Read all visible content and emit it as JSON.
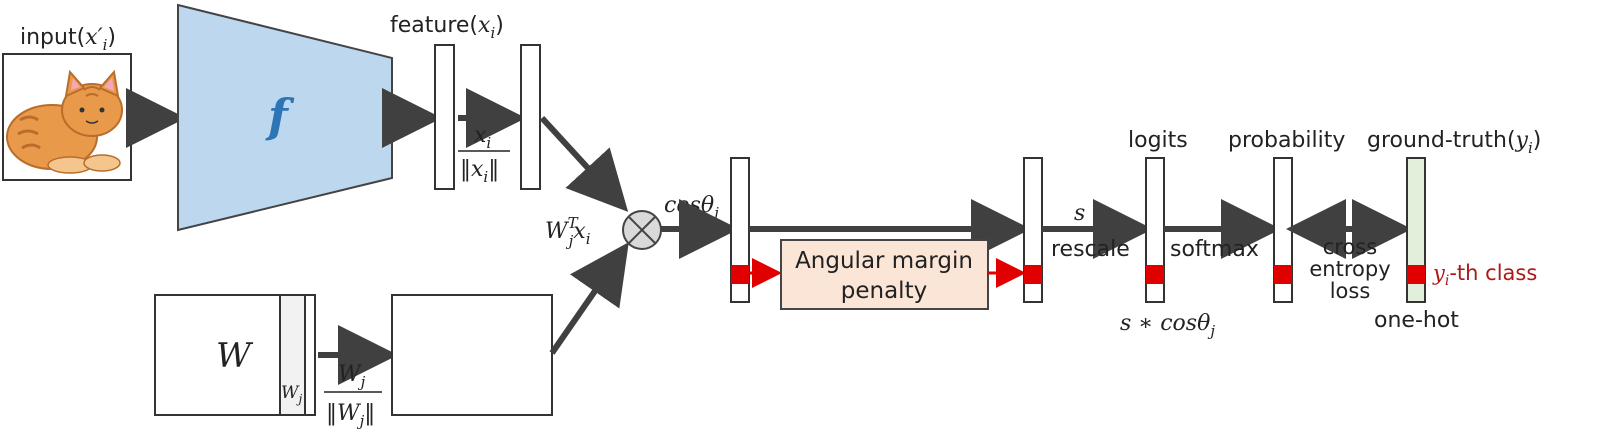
{
  "labels": {
    "input": "input(",
    "input_var": "x′",
    "input_sub": "i",
    "input_close": ")",
    "feature": "feature(",
    "feature_var": "x",
    "feature_sub": "i",
    "feature_close": ")",
    "f_symbol": "f",
    "norm_x_num": "x",
    "norm_x_num_sub": "i",
    "norm_x_den": "‖x",
    "norm_x_den_sub": "i",
    "norm_x_den_close": "‖",
    "wjt_w": "W",
    "wjt_sub": "j",
    "wjt_sup": "T",
    "wjt_x": "x",
    "wjt_xsub": "i",
    "cos": "cosθ",
    "cos_sub": "j",
    "W_symbol": "W",
    "wj_col": "W",
    "wj_col_sub": "j",
    "norm_w_num": "W",
    "norm_w_num_sub": "j",
    "norm_w_den": "‖W",
    "norm_w_den_sub": "j",
    "norm_w_den_close": "‖",
    "angular_line1": "Angular margin",
    "angular_line2": "penalty",
    "s_star": "s ∗",
    "rescale": "rescale",
    "logits": "logits",
    "s_cos": "s ∗ cosθ",
    "s_cos_sub": "j",
    "softmax": "softmax",
    "probability": "probability",
    "cross1": "cross",
    "cross2": "entropy",
    "cross3": "loss",
    "ground_truth": "ground-truth(",
    "gt_var": "y",
    "gt_sub": "i",
    "gt_close": ")",
    "one_hot": "one-hot",
    "yi_var": "y",
    "yi_sub": "i",
    "yi_text": "-th class"
  },
  "icons": {
    "cat": "cat-image",
    "otimes": "otimes-multiply-icon"
  },
  "colors": {
    "encoder_fill": "#bdd7ee",
    "encoder_stroke": "#444444",
    "f_color": "#2e75b6",
    "arrow": "#404040",
    "red": "#e00000",
    "penalty_fill": "#fbe5d6",
    "onehot_fill": "#e2efda",
    "otimes_fill": "#d9d9d9",
    "wcol_fill": "#f2f2f2"
  }
}
